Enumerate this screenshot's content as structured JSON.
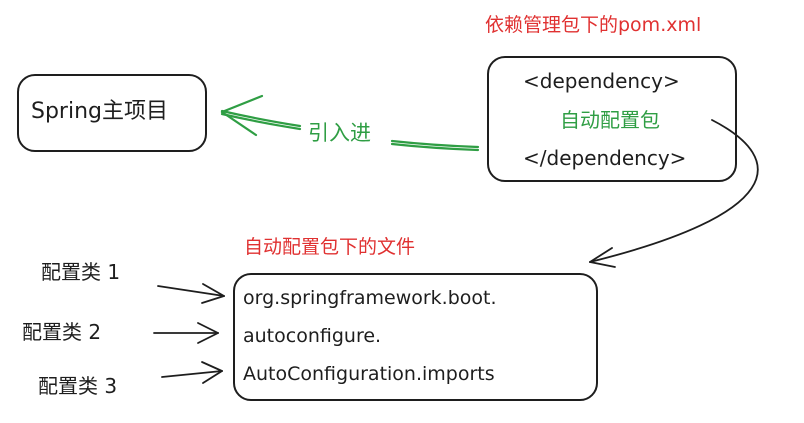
{
  "main_project": {
    "label": "Spring主项目"
  },
  "pom_box": {
    "caption": "依赖管理包下的pom.xml",
    "open_tag": "<dependency>",
    "package": "自动配置包",
    "close_tag": "</dependency>"
  },
  "import_arrow": {
    "label": "引入进"
  },
  "imports_box": {
    "caption": "自动配置包下的文件",
    "lines": [
      "org.springframework.boot.",
      "autoconfigure.",
      "AutoConfiguration.imports"
    ]
  },
  "config_classes": [
    {
      "label": "配置类 1"
    },
    {
      "label": "配置类 2"
    },
    {
      "label": "配置类 3"
    }
  ],
  "colors": {
    "stroke": "#1e1e1e",
    "caption": "#e03131",
    "highlight": "#2f9e44"
  }
}
